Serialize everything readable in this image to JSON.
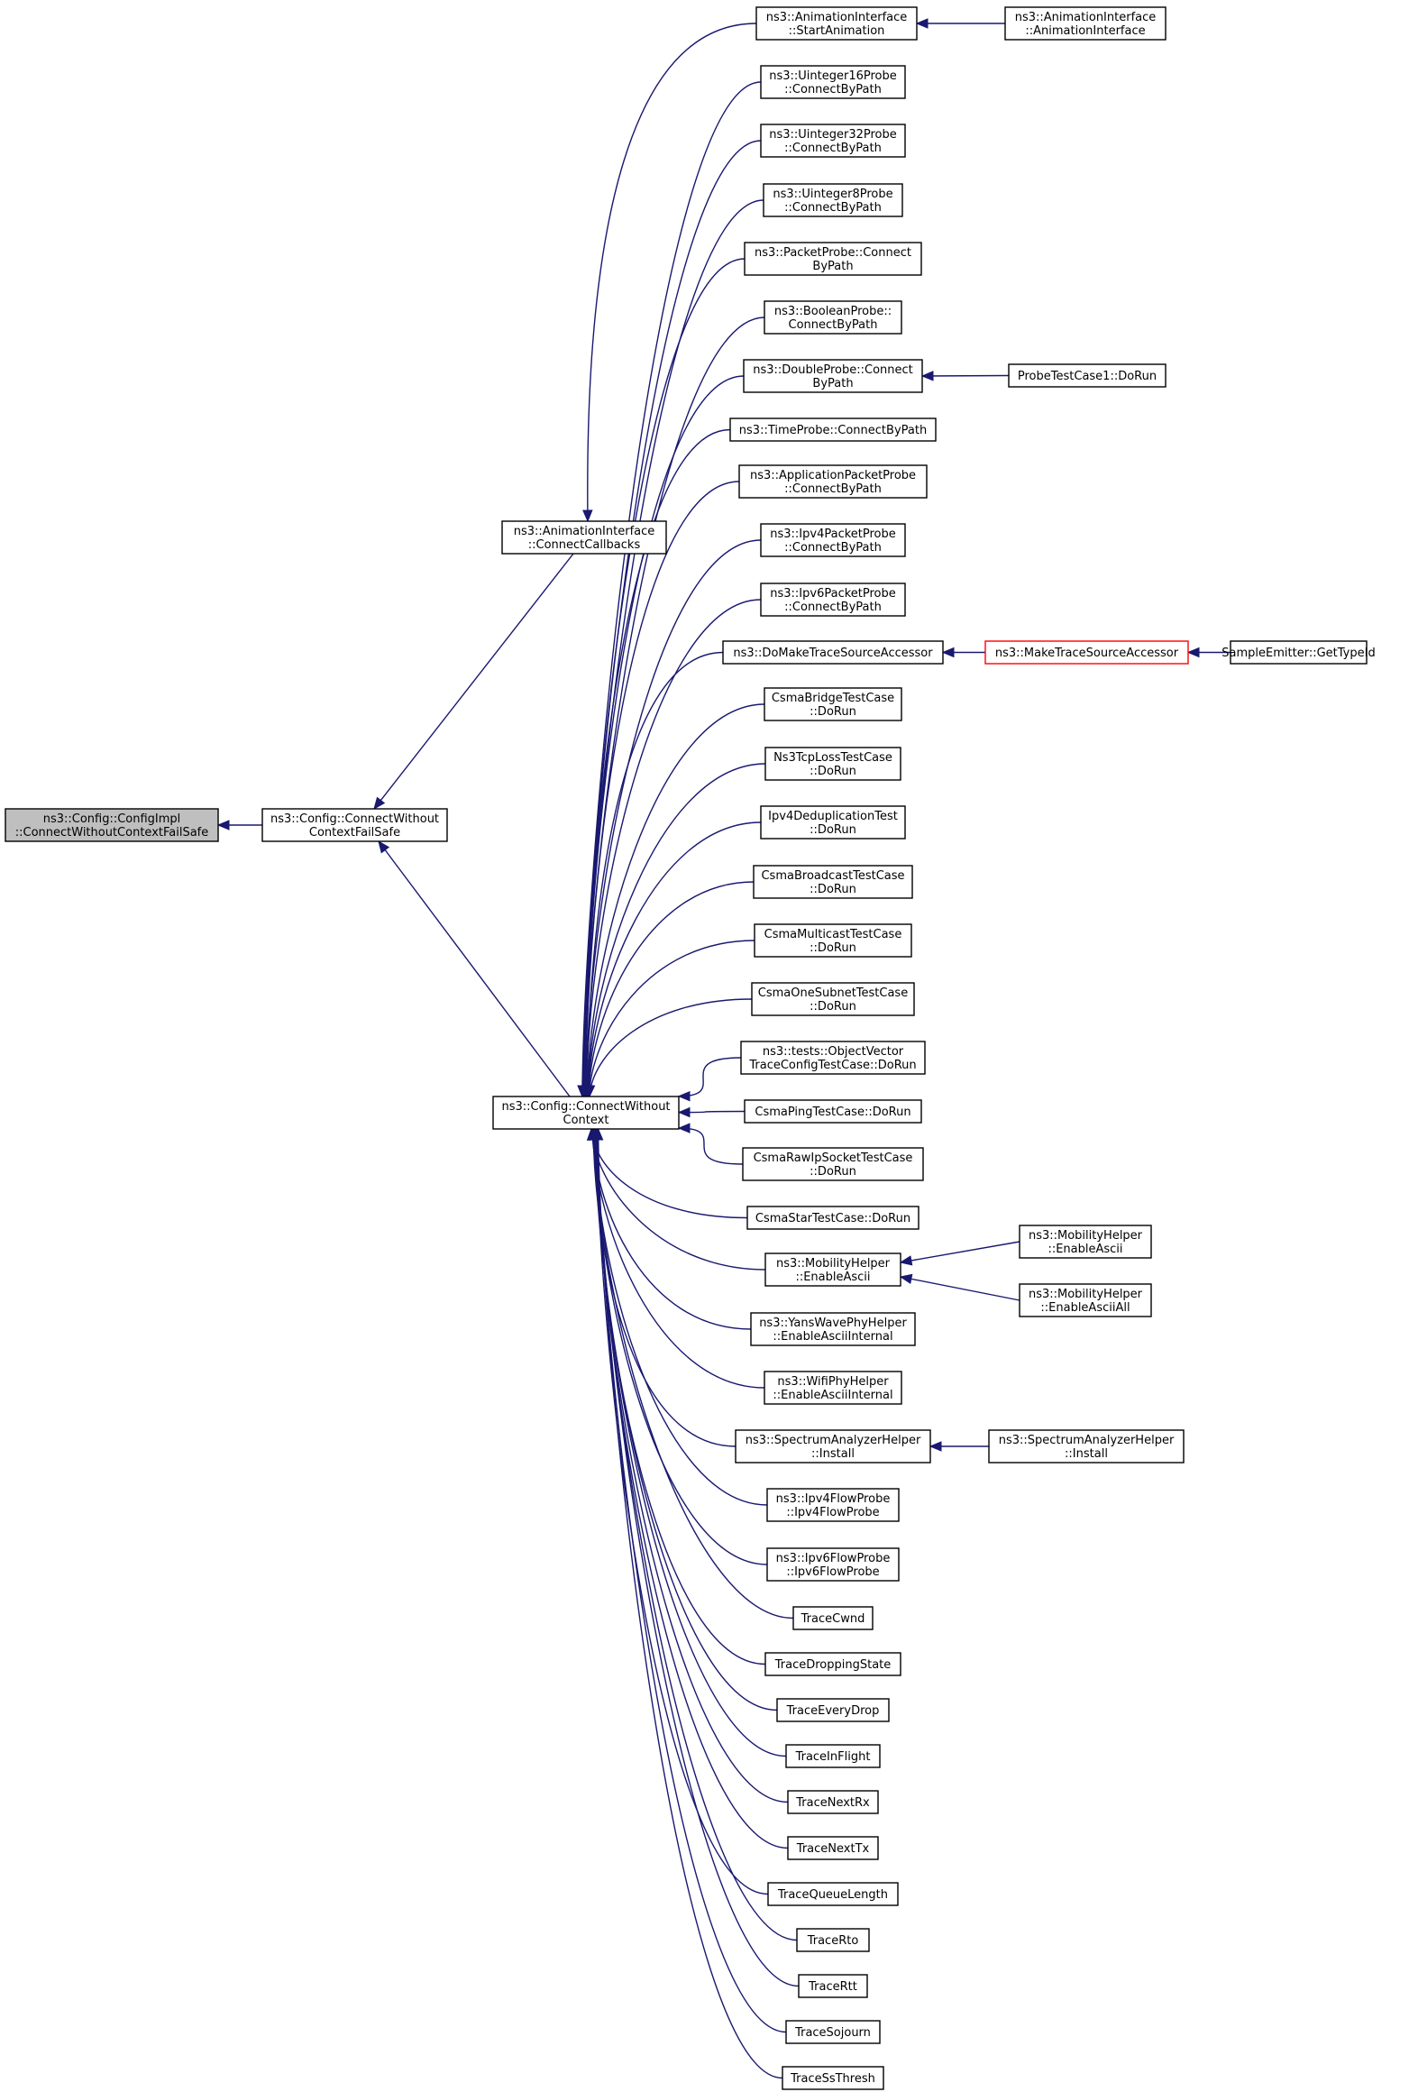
{
  "graph": {
    "colors": {
      "edge": "#191970",
      "border": "#000000",
      "highlight_border": "#ff0000",
      "root_fill": "#bfbfbf",
      "background": "#ffffff"
    },
    "nodes": [
      {
        "id": "root",
        "lines": [
          "ns3::Config::ConfigImpl",
          "::ConnectWithoutContextFailSafe"
        ],
        "style": "root"
      },
      {
        "id": "cwcfs",
        "lines": [
          "ns3::Config::ConnectWithout",
          "ContextFailSafe"
        ]
      },
      {
        "id": "connectcallbacks",
        "lines": [
          "ns3::AnimationInterface",
          "::ConnectCallbacks"
        ]
      },
      {
        "id": "cwc",
        "lines": [
          "ns3::Config::ConnectWithout",
          "Context"
        ]
      },
      {
        "id": "startanim",
        "lines": [
          "ns3::AnimationInterface",
          "::StartAnimation"
        ]
      },
      {
        "id": "animiface",
        "lines": [
          "ns3::AnimationInterface",
          "::AnimationInterface"
        ]
      },
      {
        "id": "u16",
        "lines": [
          "ns3::Uinteger16Probe",
          "::ConnectByPath"
        ]
      },
      {
        "id": "u32",
        "lines": [
          "ns3::Uinteger32Probe",
          "::ConnectByPath"
        ]
      },
      {
        "id": "u8",
        "lines": [
          "ns3::Uinteger8Probe",
          "::ConnectByPath"
        ]
      },
      {
        "id": "packetprobe",
        "lines": [
          "ns3::PacketProbe::Connect",
          "ByPath"
        ]
      },
      {
        "id": "boolprobe",
        "lines": [
          "ns3::BooleanProbe::",
          "ConnectByPath"
        ]
      },
      {
        "id": "doubleprobe",
        "lines": [
          "ns3::DoubleProbe::Connect",
          "ByPath"
        ]
      },
      {
        "id": "probetest",
        "lines": [
          "ProbeTestCase1::DoRun"
        ]
      },
      {
        "id": "timeprobe",
        "lines": [
          "ns3::TimeProbe::ConnectByPath"
        ]
      },
      {
        "id": "apppacket",
        "lines": [
          "ns3::ApplicationPacketProbe",
          "::ConnectByPath"
        ]
      },
      {
        "id": "ipv4packet",
        "lines": [
          "ns3::Ipv4PacketProbe",
          "::ConnectByPath"
        ]
      },
      {
        "id": "ipv6packet",
        "lines": [
          "ns3::Ipv6PacketProbe",
          "::ConnectByPath"
        ]
      },
      {
        "id": "domaketsa",
        "lines": [
          "ns3::DoMakeTraceSourceAccessor"
        ]
      },
      {
        "id": "maketsa",
        "lines": [
          "ns3::MakeTraceSourceAccessor"
        ],
        "style": "red"
      },
      {
        "id": "sampleemitter",
        "lines": [
          "SampleEmitter::GetTypeId"
        ]
      },
      {
        "id": "csmabridge",
        "lines": [
          "CsmaBridgeTestCase",
          "::DoRun"
        ]
      },
      {
        "id": "ns3tcploss",
        "lines": [
          "Ns3TcpLossTestCase",
          "::DoRun"
        ]
      },
      {
        "id": "ipv4dedup",
        "lines": [
          "Ipv4DeduplicationTest",
          "::DoRun"
        ]
      },
      {
        "id": "csmabroadcast",
        "lines": [
          "CsmaBroadcastTestCase",
          "::DoRun"
        ]
      },
      {
        "id": "csmamulticast",
        "lines": [
          "CsmaMulticastTestCase",
          "::DoRun"
        ]
      },
      {
        "id": "csmaonesubnet",
        "lines": [
          "CsmaOneSubnetTestCase",
          "::DoRun"
        ]
      },
      {
        "id": "objvector",
        "lines": [
          "ns3::tests::ObjectVector",
          "TraceConfigTestCase::DoRun"
        ]
      },
      {
        "id": "csmaping",
        "lines": [
          "CsmaPingTestCase::DoRun"
        ]
      },
      {
        "id": "csmarawip",
        "lines": [
          "CsmaRawIpSocketTestCase",
          "::DoRun"
        ]
      },
      {
        "id": "csmastar",
        "lines": [
          "CsmaStarTestCase::DoRun"
        ]
      },
      {
        "id": "mobility",
        "lines": [
          "ns3::MobilityHelper",
          "::EnableAscii"
        ]
      },
      {
        "id": "mobility_a",
        "lines": [
          "ns3::MobilityHelper",
          "::EnableAscii"
        ]
      },
      {
        "id": "mobility_all",
        "lines": [
          "ns3::MobilityHelper",
          "::EnableAsciiAll"
        ]
      },
      {
        "id": "yanswave",
        "lines": [
          "ns3::YansWavePhyHelper",
          "::EnableAsciiInternal"
        ]
      },
      {
        "id": "wifiphy",
        "lines": [
          "ns3::WifiPhyHelper",
          "::EnableAsciiInternal"
        ]
      },
      {
        "id": "spectrum",
        "lines": [
          "ns3::SpectrumAnalyzerHelper",
          "::Install"
        ]
      },
      {
        "id": "spectrum2",
        "lines": [
          "ns3::SpectrumAnalyzerHelper",
          "::Install"
        ]
      },
      {
        "id": "ipv4flow",
        "lines": [
          "ns3::Ipv4FlowProbe",
          "::Ipv4FlowProbe"
        ]
      },
      {
        "id": "ipv6flow",
        "lines": [
          "ns3::Ipv6FlowProbe",
          "::Ipv6FlowProbe"
        ]
      },
      {
        "id": "tracecwnd",
        "lines": [
          "TraceCwnd"
        ]
      },
      {
        "id": "tracedropping",
        "lines": [
          "TraceDroppingState"
        ]
      },
      {
        "id": "traceeverydrop",
        "lines": [
          "TraceEveryDrop"
        ]
      },
      {
        "id": "traceinflight",
        "lines": [
          "TraceInFlight"
        ]
      },
      {
        "id": "tracenextrx",
        "lines": [
          "TraceNextRx"
        ]
      },
      {
        "id": "tracenexttx",
        "lines": [
          "TraceNextTx"
        ]
      },
      {
        "id": "tracequeuelen",
        "lines": [
          "TraceQueueLength"
        ]
      },
      {
        "id": "tracerto",
        "lines": [
          "TraceRto"
        ]
      },
      {
        "id": "tracertt",
        "lines": [
          "TraceRtt"
        ]
      },
      {
        "id": "tracesojourn",
        "lines": [
          "TraceSojourn"
        ]
      },
      {
        "id": "tracessthresh",
        "lines": [
          "TraceSsThresh"
        ]
      }
    ],
    "edges": [
      [
        "cwcfs",
        "root"
      ],
      [
        "connectcallbacks",
        "cwcfs"
      ],
      [
        "cwc",
        "cwcfs"
      ],
      [
        "startanim",
        "connectcallbacks"
      ],
      [
        "animiface",
        "startanim"
      ],
      [
        "u16",
        "cwc"
      ],
      [
        "u32",
        "cwc"
      ],
      [
        "u8",
        "cwc"
      ],
      [
        "packetprobe",
        "cwc"
      ],
      [
        "boolprobe",
        "cwc"
      ],
      [
        "doubleprobe",
        "cwc"
      ],
      [
        "probetest",
        "doubleprobe"
      ],
      [
        "timeprobe",
        "cwc"
      ],
      [
        "apppacket",
        "cwc"
      ],
      [
        "ipv4packet",
        "cwc"
      ],
      [
        "ipv6packet",
        "cwc"
      ],
      [
        "domaketsa",
        "cwc"
      ],
      [
        "maketsa",
        "domaketsa"
      ],
      [
        "sampleemitter",
        "maketsa"
      ],
      [
        "csmabridge",
        "cwc"
      ],
      [
        "ns3tcploss",
        "cwc"
      ],
      [
        "ipv4dedup",
        "cwc"
      ],
      [
        "csmabroadcast",
        "cwc"
      ],
      [
        "csmamulticast",
        "cwc"
      ],
      [
        "csmaonesubnet",
        "cwc"
      ],
      [
        "objvector",
        "cwc"
      ],
      [
        "csmaping",
        "cwc"
      ],
      [
        "csmarawip",
        "cwc"
      ],
      [
        "csmastar",
        "cwc"
      ],
      [
        "mobility",
        "cwc"
      ],
      [
        "mobility_a",
        "mobility"
      ],
      [
        "mobility_all",
        "mobility"
      ],
      [
        "yanswave",
        "cwc"
      ],
      [
        "wifiphy",
        "cwc"
      ],
      [
        "spectrum",
        "cwc"
      ],
      [
        "spectrum2",
        "spectrum"
      ],
      [
        "ipv4flow",
        "cwc"
      ],
      [
        "ipv6flow",
        "cwc"
      ],
      [
        "tracecwnd",
        "cwc"
      ],
      [
        "tracedropping",
        "cwc"
      ],
      [
        "traceeverydrop",
        "cwc"
      ],
      [
        "traceinflight",
        "cwc"
      ],
      [
        "tracenextrx",
        "cwc"
      ],
      [
        "tracenexttx",
        "cwc"
      ],
      [
        "tracequeuelen",
        "cwc"
      ],
      [
        "tracerto",
        "cwc"
      ],
      [
        "tracertt",
        "cwc"
      ],
      [
        "tracesojourn",
        "cwc"
      ],
      [
        "tracessthresh",
        "cwc"
      ]
    ]
  }
}
